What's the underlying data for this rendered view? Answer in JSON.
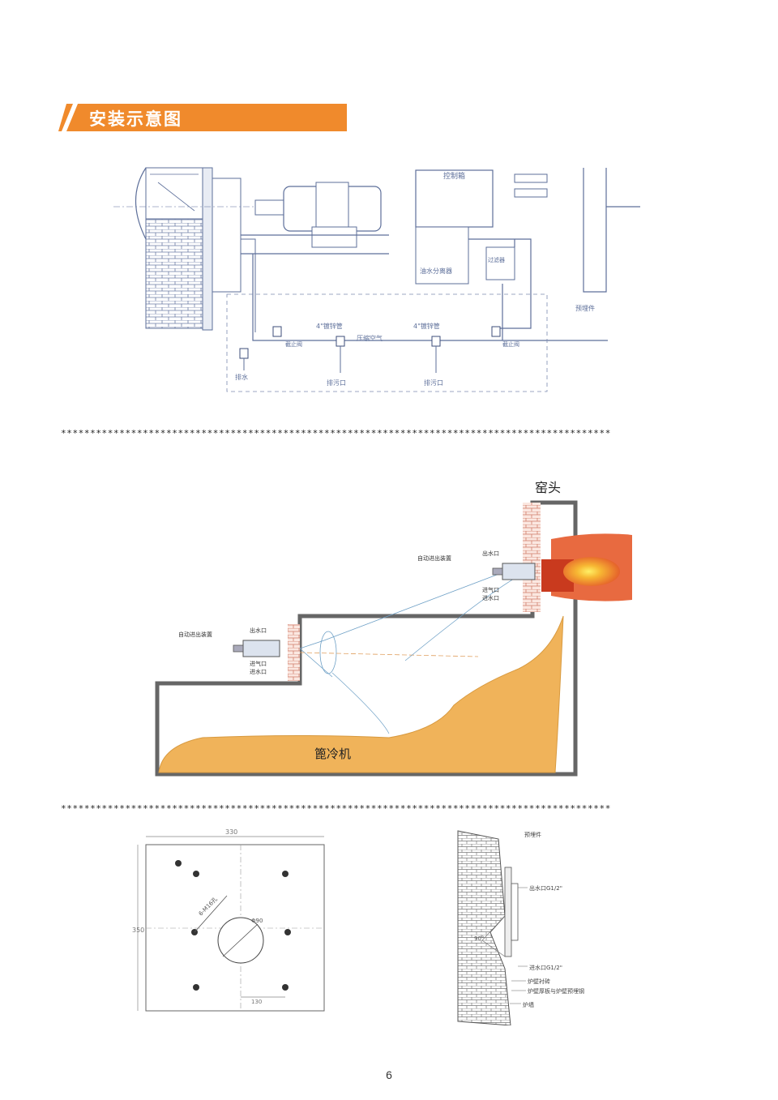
{
  "section_title": "安装示意图",
  "page_number": "6",
  "divider": "**********************************************************************************************",
  "colors": {
    "header_orange": "#f08a2c",
    "material_fill": "#f0b35a",
    "flame_red": "#e2542a",
    "diagram_blue": "#5d6f9a"
  },
  "fig1": {
    "control_cabinet": "控制箱",
    "pipe_4in_galvanized": "4\"镀锌管",
    "compressed_air": "压缩空气",
    "stop_valve": "截止阀",
    "drain_port": "排污口",
    "water_separator": "油水分离器",
    "filter": "过滤器",
    "embedded_part": "预埋件",
    "drain": "排水"
  },
  "fig2": {
    "kiln_head": "窑头",
    "cooler": "篦冷机",
    "device_label": "自动进出装置",
    "water_outlet": "出水口",
    "air_inlet": "进气口",
    "water_inlet": "进水口"
  },
  "fig3": {
    "dim_width": "330",
    "dim_height": "350",
    "dim_offset": "130",
    "hole_spec": "6-M16孔",
    "center_hole": "Φ90"
  },
  "fig4": {
    "embedded_part": "预埋件",
    "water_outlet": "出水口G1/2\"",
    "water_inlet": "进水口G1/2\"",
    "angle": "90°",
    "wall_brick": "炉壁衬砖",
    "wall_plate": "炉壁厚板与炉壁预埋钢",
    "furnace_wall": "炉墙"
  }
}
